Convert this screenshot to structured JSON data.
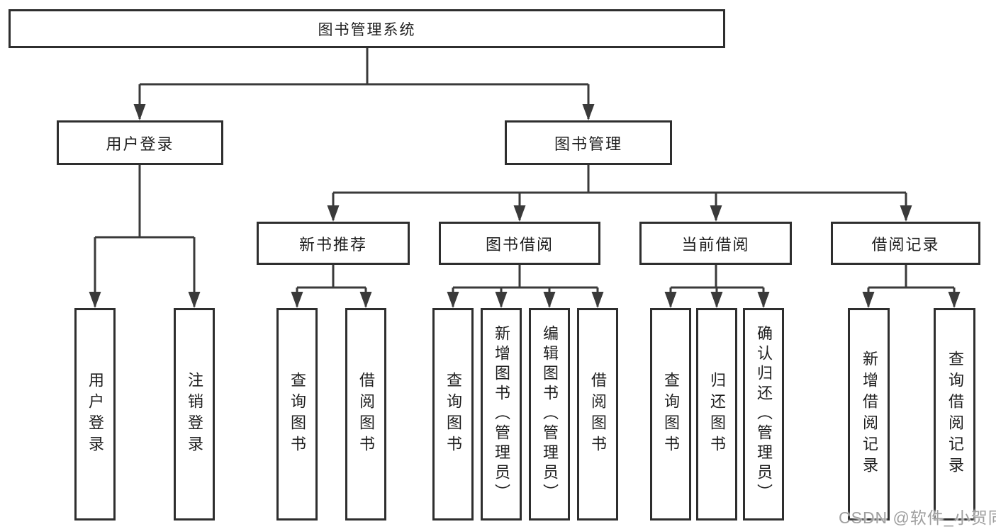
{
  "watermark": "CSDN @软件_小贺同学",
  "nodes": {
    "root": "图书管理系统",
    "user_login": "用户登录",
    "book_mgmt": "图书管理",
    "new_book_rec": "新书推荐",
    "book_borrow": "图书借阅",
    "current_borrow": "当前借阅",
    "borrow_records": "借阅记录",
    "leaf_user_login": "用户登录",
    "leaf_logout": "注销登录",
    "leaf_query_book_1": "查询图书",
    "leaf_borrow_book_1": "借阅图书",
    "leaf_query_book_2": "查询图书",
    "leaf_add_book": "新增图书（管理员）",
    "leaf_edit_book": "编辑图书（管理员）",
    "leaf_borrow_book_2": "借阅图书",
    "leaf_query_book_3": "查询图书",
    "leaf_return_book": "归还图书",
    "leaf_confirm_return": "确认归还（管理员）",
    "leaf_add_record": "新增借阅记录",
    "leaf_query_record": "查询借阅记录"
  },
  "tree": {
    "图书管理系统": {
      "用户登录": [
        "用户登录",
        "注销登录"
      ],
      "图书管理": {
        "新书推荐": [
          "查询图书",
          "借阅图书"
        ],
        "图书借阅": [
          "查询图书",
          "新增图书（管理员）",
          "编辑图书（管理员）",
          "借阅图书"
        ],
        "当前借阅": [
          "查询图书",
          "归还图书",
          "确认归还（管理员）"
        ],
        "借阅记录": [
          "新增借阅记录",
          "查询借阅记录"
        ]
      }
    }
  }
}
